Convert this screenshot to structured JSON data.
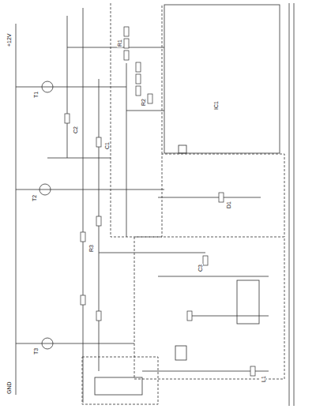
{
  "diagram": {
    "labels": [
      "IC1",
      "T1",
      "T2",
      "T3",
      "R1",
      "R2",
      "R3",
      "C1",
      "C2",
      "C3",
      "D1",
      "L1",
      "+12V",
      "GND"
    ]
  }
}
